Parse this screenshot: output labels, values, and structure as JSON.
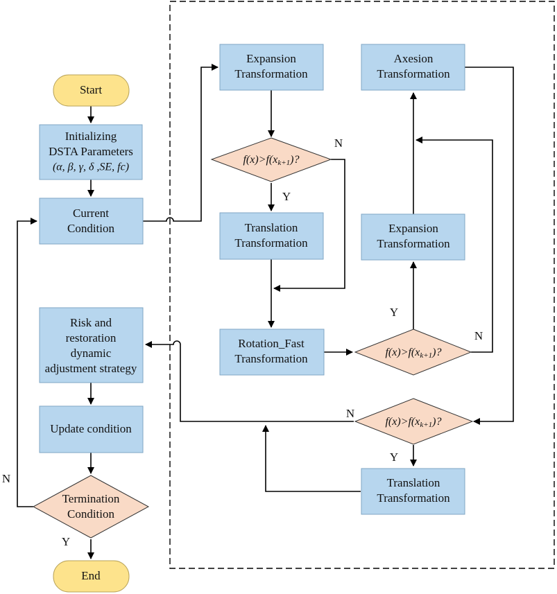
{
  "start": "Start",
  "init": [
    "Initializing",
    "DSTA Parameters",
    "(α, β, γ, δ ,SE, fc)"
  ],
  "current": [
    "Current",
    "Condition"
  ],
  "risk": [
    "Risk and",
    "restoration",
    "dynamic",
    "adjustment strategy"
  ],
  "update": "Update condition",
  "termination": [
    "Termination",
    "Condition"
  ],
  "end": "End",
  "expansion1": [
    "Expansion",
    "Transformation"
  ],
  "axesion": [
    "Axesion",
    "Transformation"
  ],
  "translation1": [
    "Translation",
    "Transformation"
  ],
  "expansion2": [
    "Expansion",
    "Transformation"
  ],
  "rotation": [
    "Rotation_Fast",
    "Transformation"
  ],
  "translation2": [
    "Translation",
    "Transformation"
  ],
  "cond1": "f(x)>f(xk+1)?",
  "cond2": "f(x)>f(xk+1)?",
  "cond3": "f(x)>f(xk+1)?",
  "labels": {
    "yes": "Y",
    "no": "N"
  },
  "colors": {
    "process_fill": "#b7d6ee",
    "terminal_fill": "#fde38c",
    "decision_fill": "#f9dac6"
  }
}
